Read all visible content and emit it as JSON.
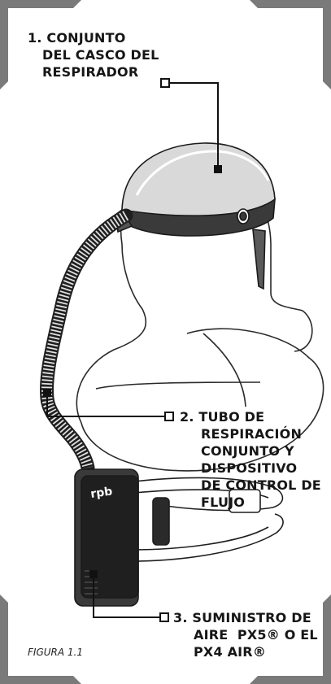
{
  "labels": {
    "helmet": {
      "lines": [
        "1. CONJUNTO",
        "DEL CASCO DEL",
        "RESPIRADOR"
      ]
    },
    "hose": {
      "lines": [
        "2. TUBO DE",
        "RESPIRACIÓN",
        "CONJUNTO Y",
        "DISPOSITIVO",
        "DE CONTROL DE",
        "FLUJO"
      ]
    },
    "air_supply": {
      "lines": [
        "3. SUMINISTRO DE",
        "AIRE  PX5® O EL",
        "PX4 AIR®"
      ]
    }
  },
  "device_logo": "rpb",
  "caption": "FIGURA 1.1",
  "colors": {
    "frame": "#7a7a7a",
    "ink": "#161616"
  }
}
